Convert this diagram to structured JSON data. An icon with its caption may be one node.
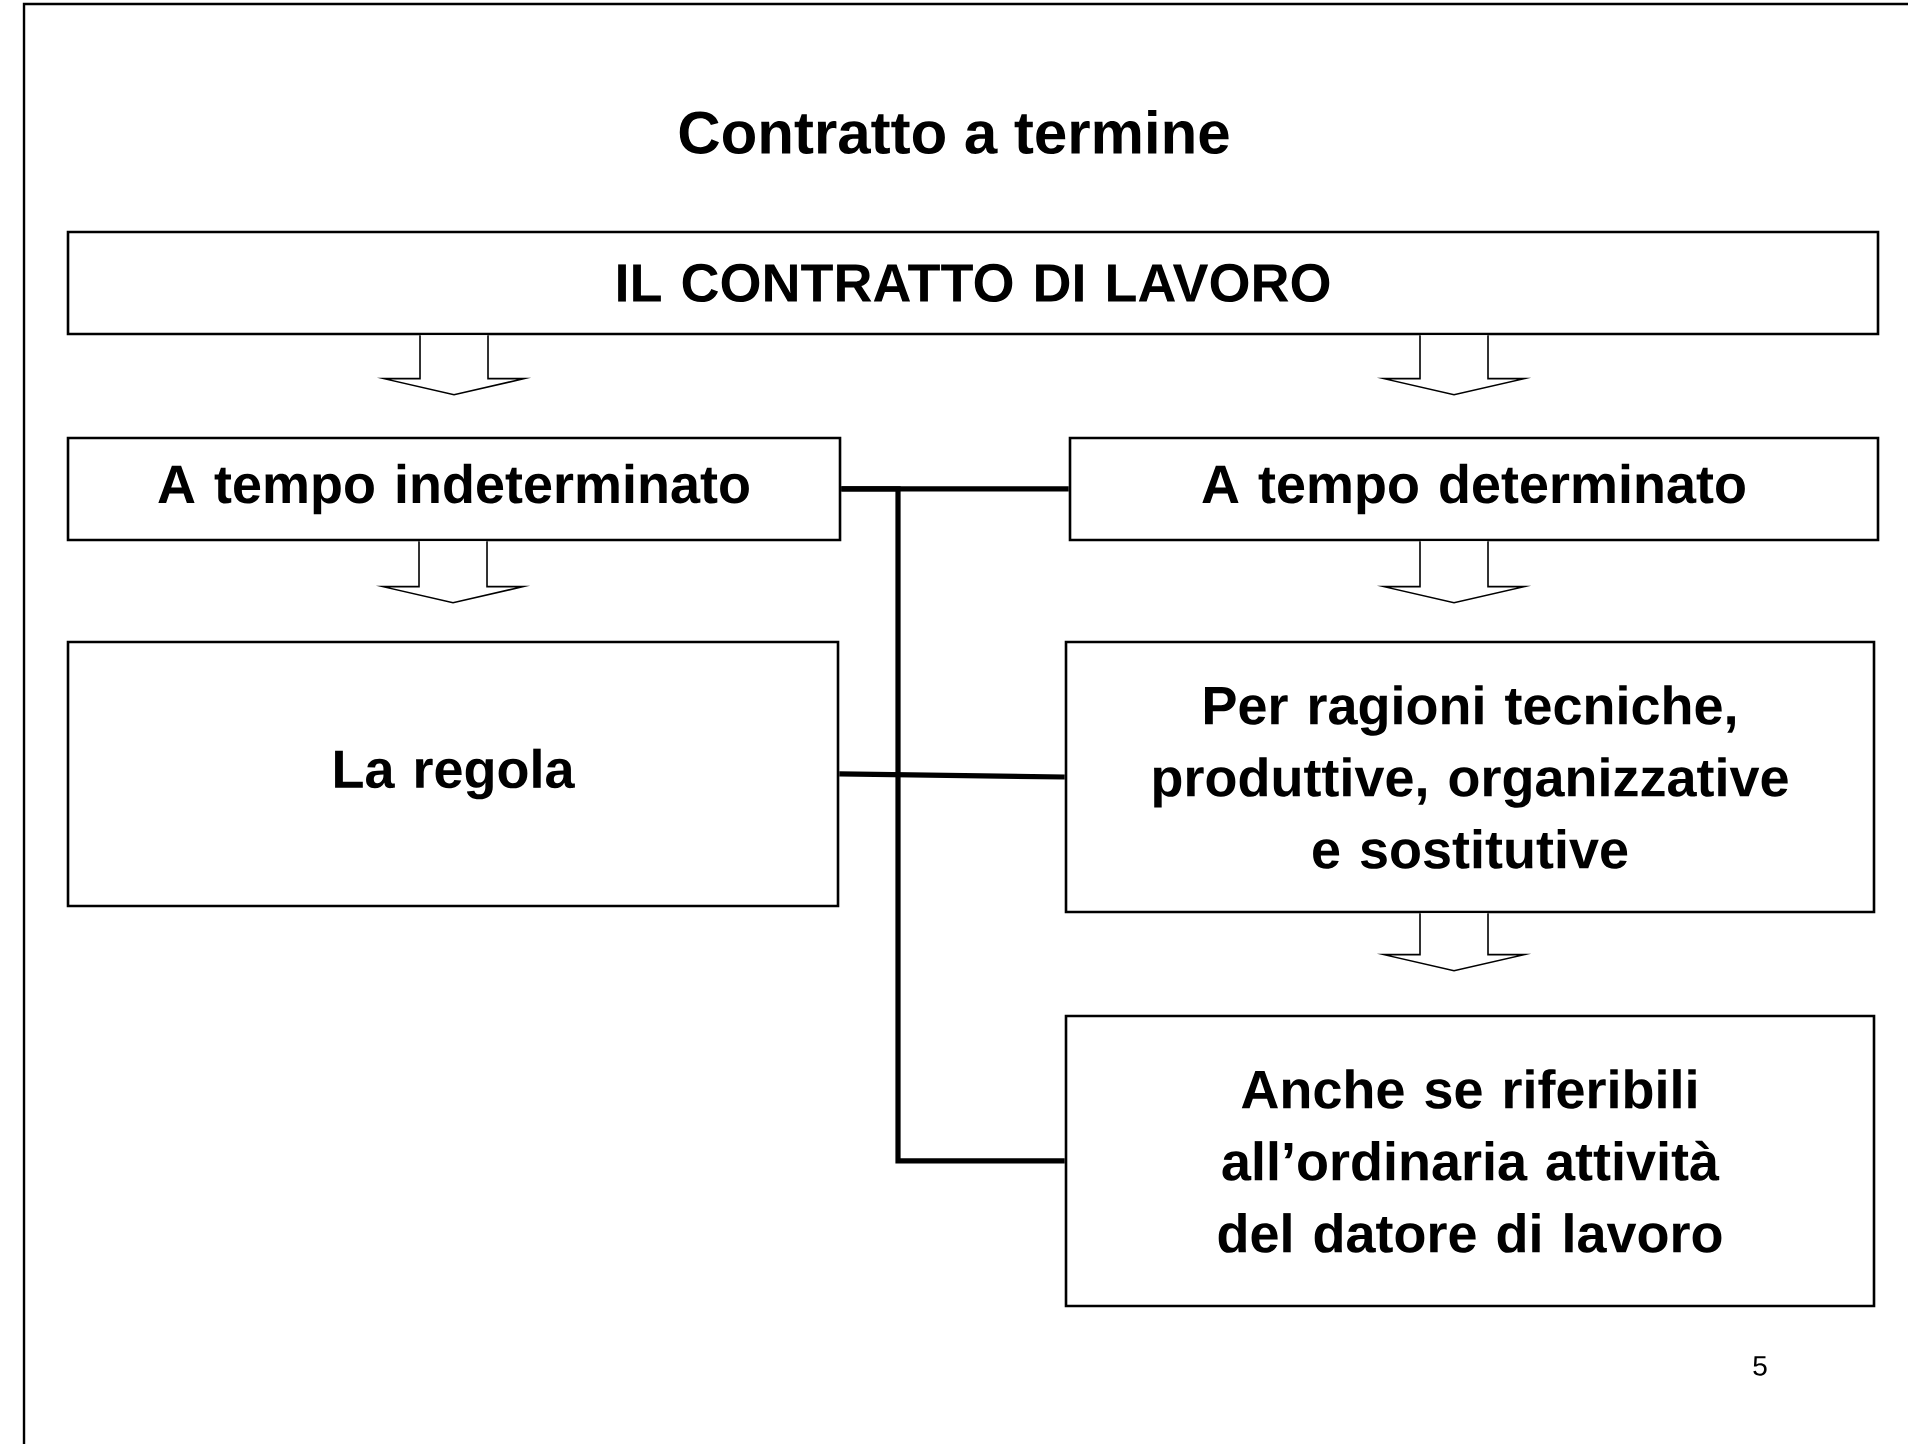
{
  "diagram": {
    "title": "Contratto a termine",
    "nodes": [
      {
        "text": [
          "IL CONTRATTO DI LAVORO"
        ]
      },
      {
        "text": [
          "A tempo indeterminato"
        ]
      },
      {
        "text": [
          "A tempo determinato"
        ]
      },
      {
        "text": [
          "La regola"
        ]
      },
      {
        "text": [
          "Per ragioni tecniche, produttive, organizzative e sostitutive"
        ]
      },
      {
        "text": [
          "Anche se riferibili all’ordinaria attività del datore di lavoro"
        ]
      }
    ],
    "edges": [
      {
        "from": 0,
        "to": 1,
        "arrow": "to"
      },
      {
        "from": 0,
        "to": 2,
        "arrow": "to"
      },
      {
        "from": 1,
        "to": 3,
        "arrow": "to"
      },
      {
        "from": 2,
        "to": 4,
        "arrow": "to"
      },
      {
        "from": 4,
        "to": 5,
        "arrow": "to"
      },
      {
        "from": 1,
        "to": 2,
        "arrow": "none"
      },
      {
        "from": 3,
        "to": 4,
        "arrow": "none"
      },
      {
        "from": 1,
        "to": 5,
        "arrow": "none"
      }
    ],
    "labels": [
      "5"
    ]
  }
}
